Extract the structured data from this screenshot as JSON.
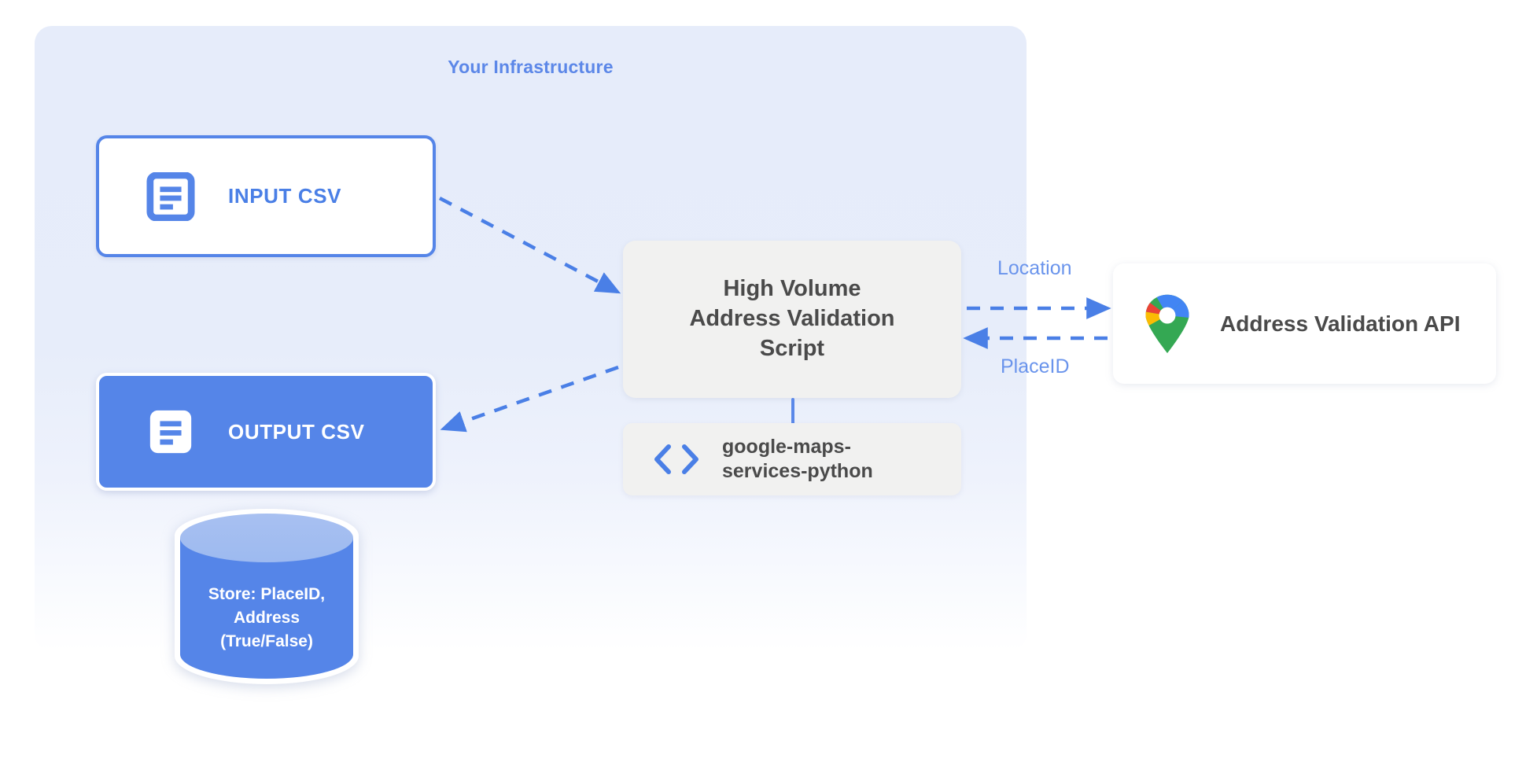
{
  "diagram": {
    "title": "Your Infrastructure",
    "panel": {
      "label": "Your Infrastructure",
      "accent": "#5c87e8",
      "background": "#e6ecfa"
    },
    "nodes": {
      "input_csv": {
        "label": "INPUT CSV",
        "icon": "document-icon",
        "color": "#4a7fe6",
        "fill": "#ffffff"
      },
      "output_csv": {
        "label": "OUTPUT CSV",
        "icon": "document-icon",
        "color": "#ffffff",
        "fill": "#5585e8"
      },
      "script": {
        "line1": "High Volume",
        "line2": "Address Validation",
        "line3": "Script",
        "fill": "#f1f1f0",
        "color": "#4a4a4a"
      },
      "library": {
        "line1": "google-maps-",
        "line2": "services-python",
        "icon": "code-brackets-icon",
        "fill": "#f1f1f0",
        "color": "#4a4a4a"
      },
      "api": {
        "label": "Address Validation API",
        "icon": "google-maps-pin-icon",
        "fill": "#ffffff",
        "color": "#4a4a4a"
      },
      "database": {
        "line1": "Store: PlaceID,",
        "line2": "Address",
        "line3": "(True/False)",
        "fill": "#5585e8",
        "color": "#ffffff"
      }
    },
    "edges": [
      {
        "from": "input_csv",
        "to": "script",
        "label": "",
        "style": "dashed",
        "direction": "forward"
      },
      {
        "from": "script",
        "to": "output_csv",
        "label": "",
        "style": "dashed",
        "direction": "forward"
      },
      {
        "from": "script",
        "to": "api",
        "label": "Location",
        "style": "dashed",
        "direction": "forward"
      },
      {
        "from": "api",
        "to": "script",
        "label": "PlaceID",
        "style": "dashed",
        "direction": "forward"
      },
      {
        "from": "script",
        "to": "library",
        "label": "",
        "style": "solid",
        "direction": "none"
      }
    ],
    "edge_labels": {
      "location": "Location",
      "placeid": "PlaceID"
    },
    "colors": {
      "accent_blue": "#5585e8",
      "label_blue": "#6a94ec",
      "panel_blue": "#e6ecfa",
      "box_gray": "#f1f1f0",
      "text_dark": "#4a4a4a",
      "maps_blue": "#4285f4",
      "maps_red": "#ea4335",
      "maps_yellow": "#fbbc04",
      "maps_green": "#34a853"
    }
  }
}
